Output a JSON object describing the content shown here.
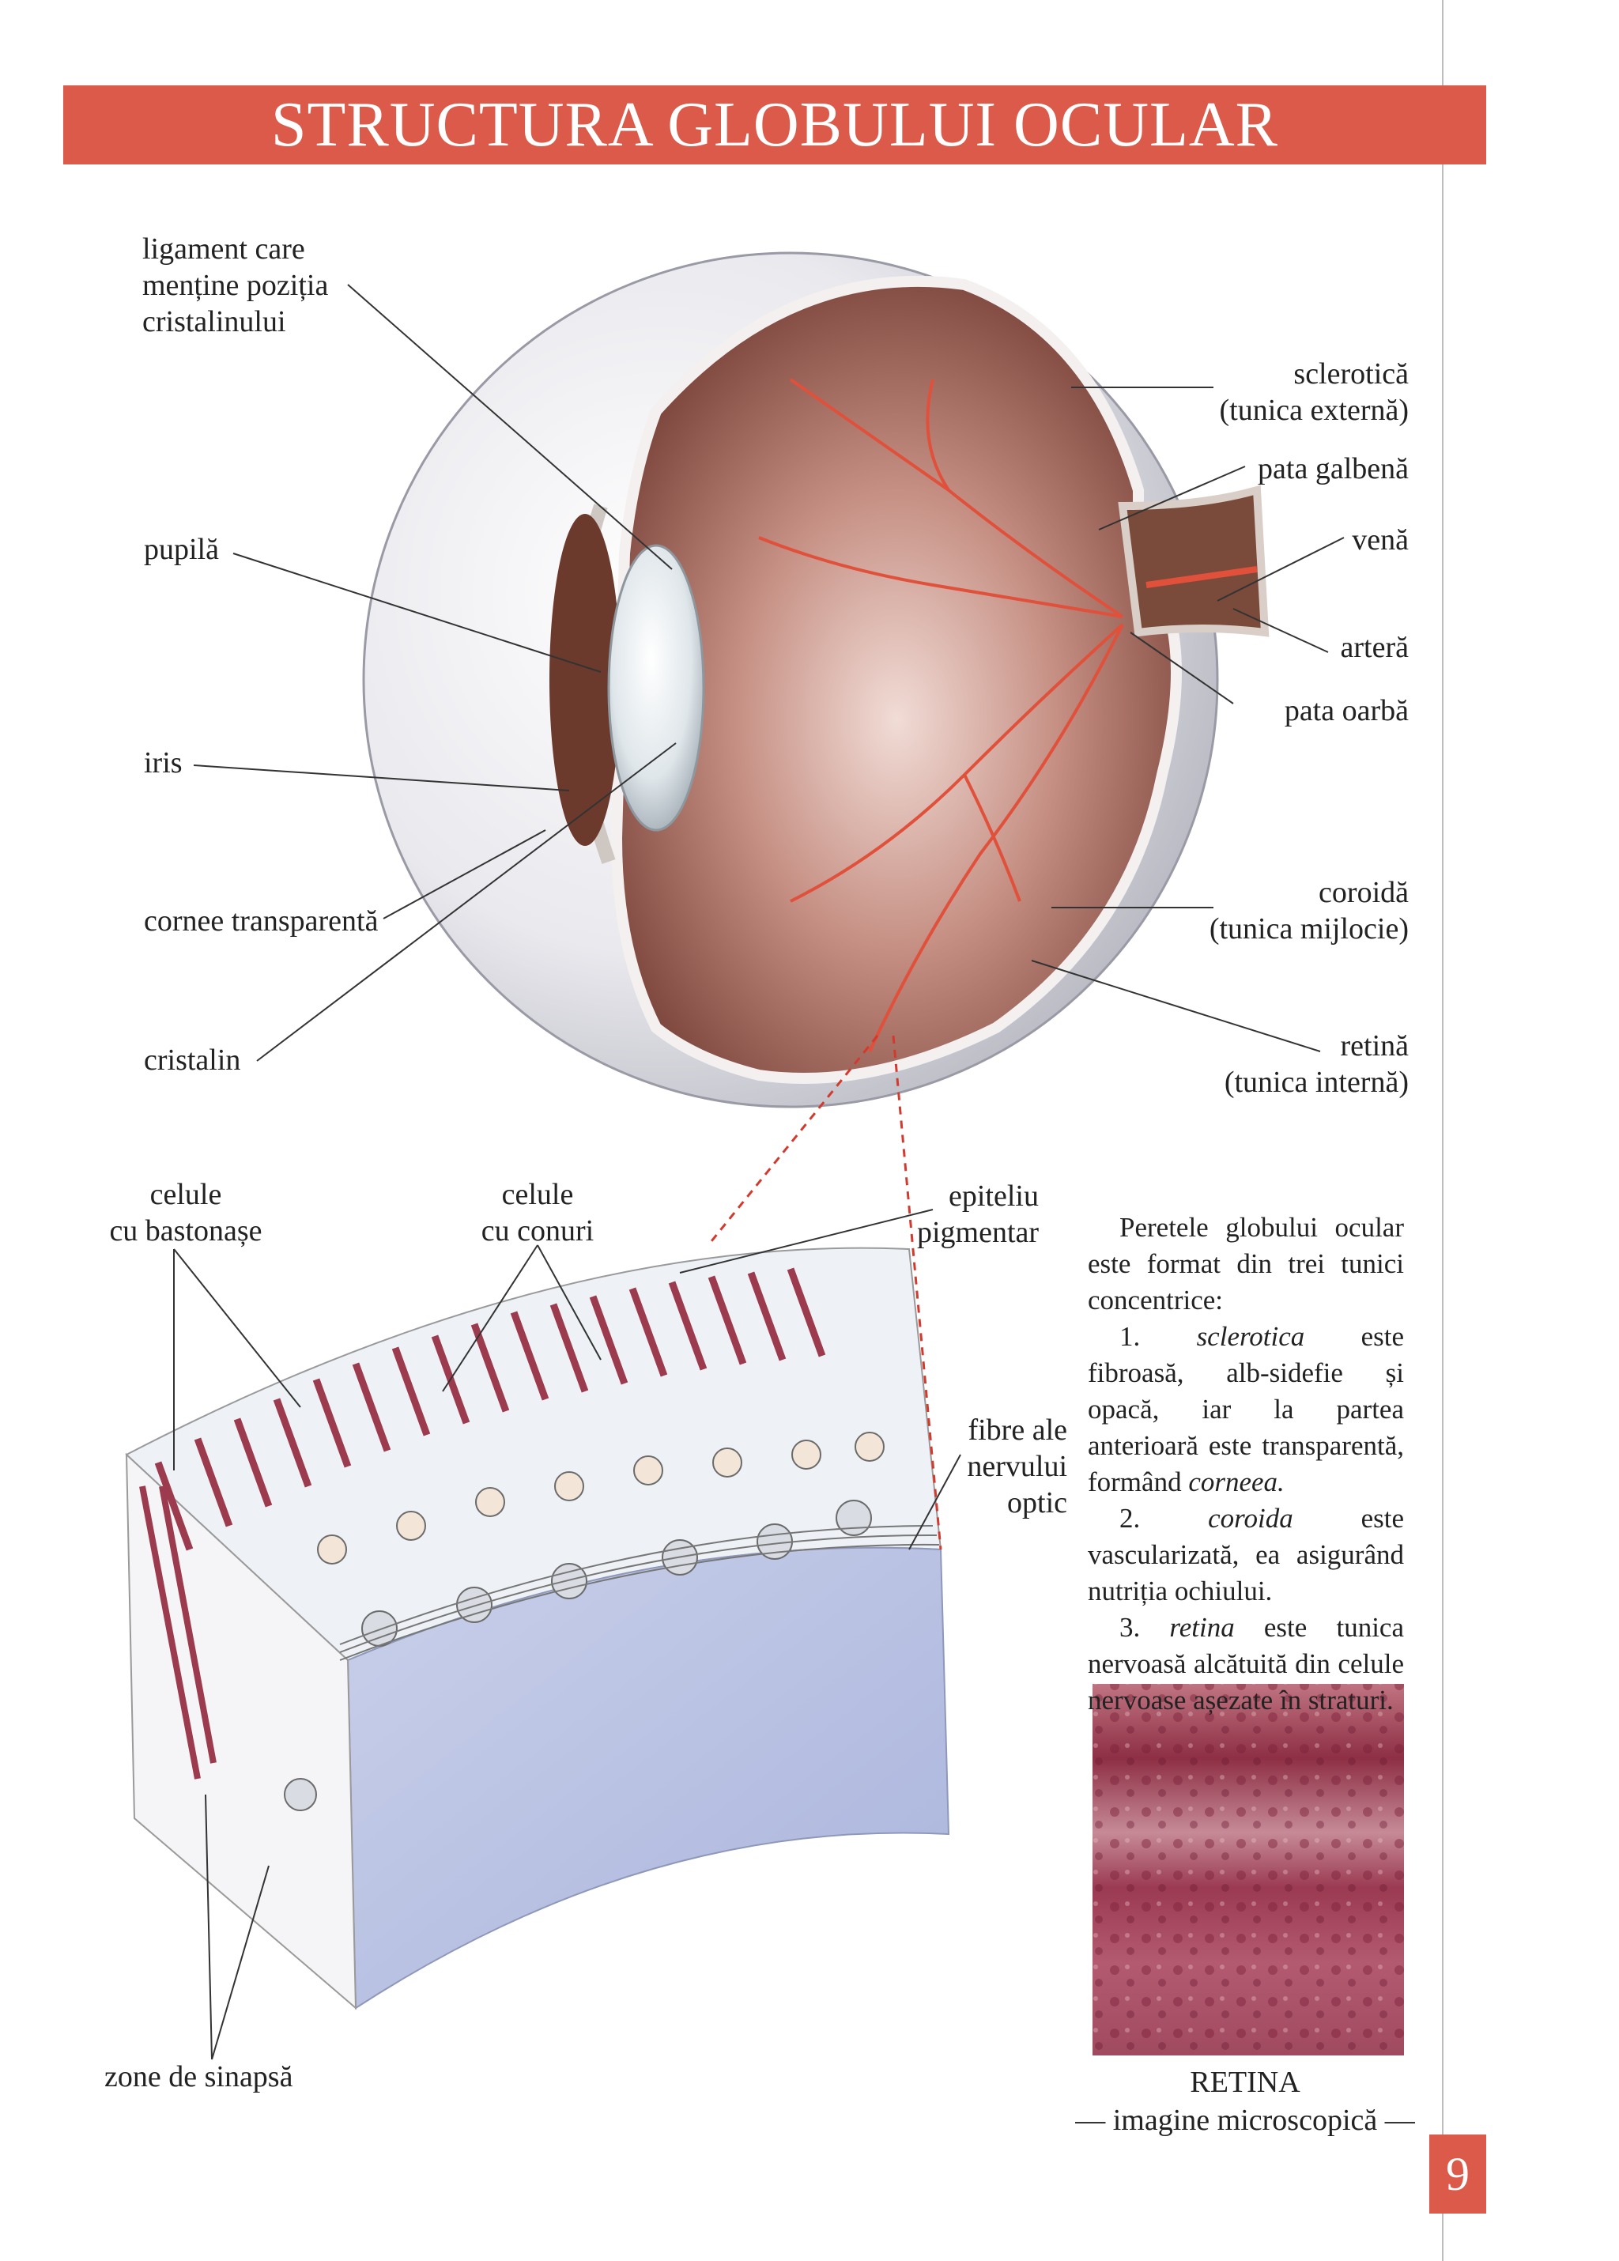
{
  "page": {
    "title": "STRUCTURA GLOBULUI OCULAR",
    "page_number": "9"
  },
  "eye_labels": {
    "ligament": [
      "ligament care",
      "menține poziția",
      "cristalinului"
    ],
    "pupila": "pupilă",
    "iris": "iris",
    "cornee": "cornee transparentă",
    "cristalin": "cristalin",
    "sclerotica": [
      "sclerotică",
      "(tunica externă)"
    ],
    "pata_galbena": "pata galbenă",
    "vena": "venă",
    "artera": "arteră",
    "pata_oarba": "pata oarbă",
    "coroida": [
      "coroidă",
      "(tunica mijlocie)"
    ],
    "retina": [
      "retină",
      "(tunica internă)"
    ]
  },
  "retina_labels": {
    "bastonase": [
      "celule",
      "cu bastonașe"
    ],
    "conuri": [
      "celule",
      "cu conuri"
    ],
    "epiteliu": [
      "epiteliu",
      "pigmentar"
    ],
    "fibre": [
      "fibre ale",
      "nervului",
      "optic"
    ],
    "sinapsa": "zone de sinapsă"
  },
  "text": {
    "intro": "Peretele globului ocular este format din trei tunici concentrice:",
    "item1_prefix": "1. ",
    "item1_term": "sclerotica",
    "item1_text": " este fibroasă, alb-sidefie și opacă, iar la partea anterioară este transparentă, formând ",
    "item1_term2": "corneea.",
    "item2_prefix": "2. ",
    "item2_term": "coroida",
    "item2_text": " este vascularizată, ea asigurând nutriția ochiului.",
    "item3_prefix": "3. ",
    "item3_term": "retina",
    "item3_text": " este tunica nervoasă alcătuită din celule nervoase așezate în straturi."
  },
  "micro": {
    "caption_title": "RETINA",
    "caption_sub": "— imagine microscopică —"
  },
  "colors": {
    "accent": "#dc5a4a",
    "vessel": "#e0503a",
    "interior": "#8a4a3e",
    "cell": "#9c3a4e"
  }
}
